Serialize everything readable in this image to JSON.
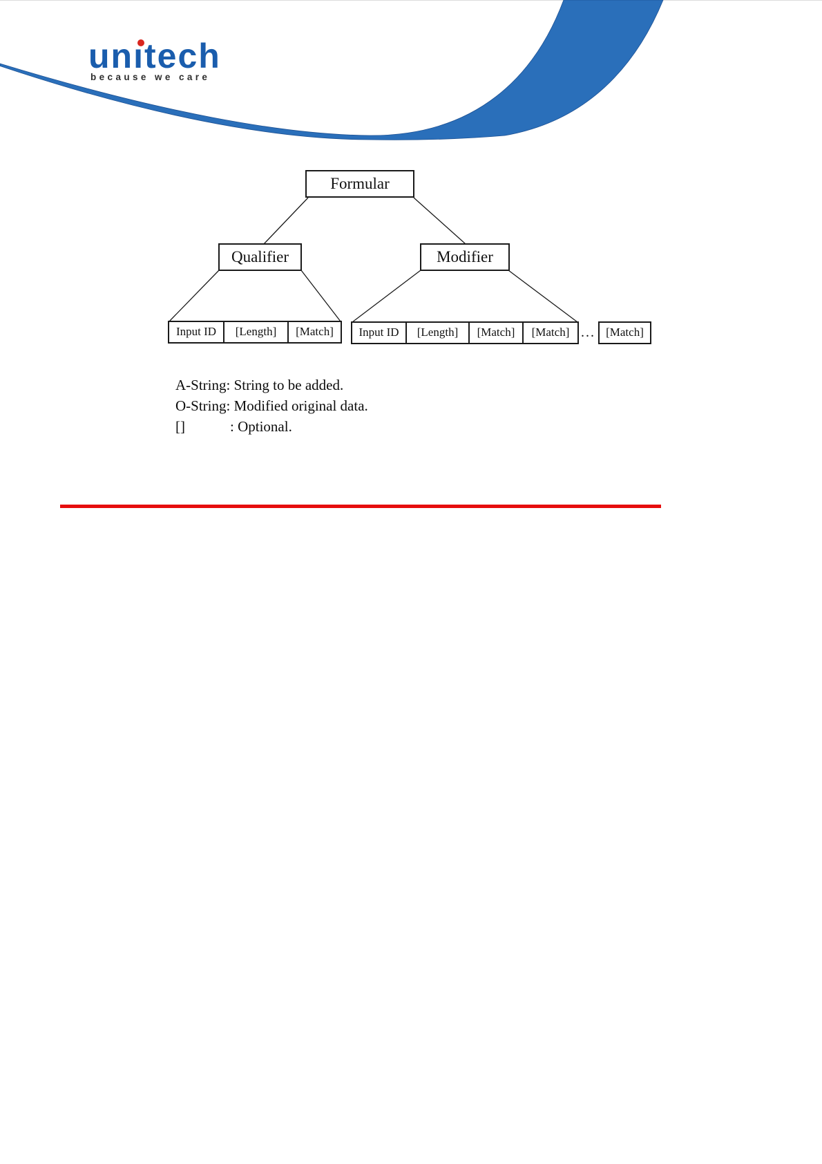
{
  "header": {
    "logo": {
      "word_pre": "un",
      "word_i": "ı",
      "word_post": "tech",
      "tagline": "because we care"
    },
    "colors": {
      "brand_blue": "#1a5dad",
      "dot_red": "#d9261f",
      "swoosh_blue": "#2a6fba",
      "swoosh_edge": "#1d5193"
    }
  },
  "diagram": {
    "root_label": "Formular",
    "qualifier": {
      "label": "Qualifier",
      "leaves": [
        "Input ID",
        "[Length]",
        "[Match]"
      ]
    },
    "modifier": {
      "label": "Modifier",
      "leaves": [
        "Input ID",
        "[Length]",
        "[Match]",
        "[Match]"
      ],
      "ellipsis": "...",
      "tail_leaf": "[Match]"
    }
  },
  "legend": {
    "line1": "A-String: String to be added.",
    "line2": "O-String: Modified original data.",
    "line3_symbol": "[]",
    "line3_text": ": Optional."
  },
  "divider": {
    "color": "#e60d0d"
  }
}
